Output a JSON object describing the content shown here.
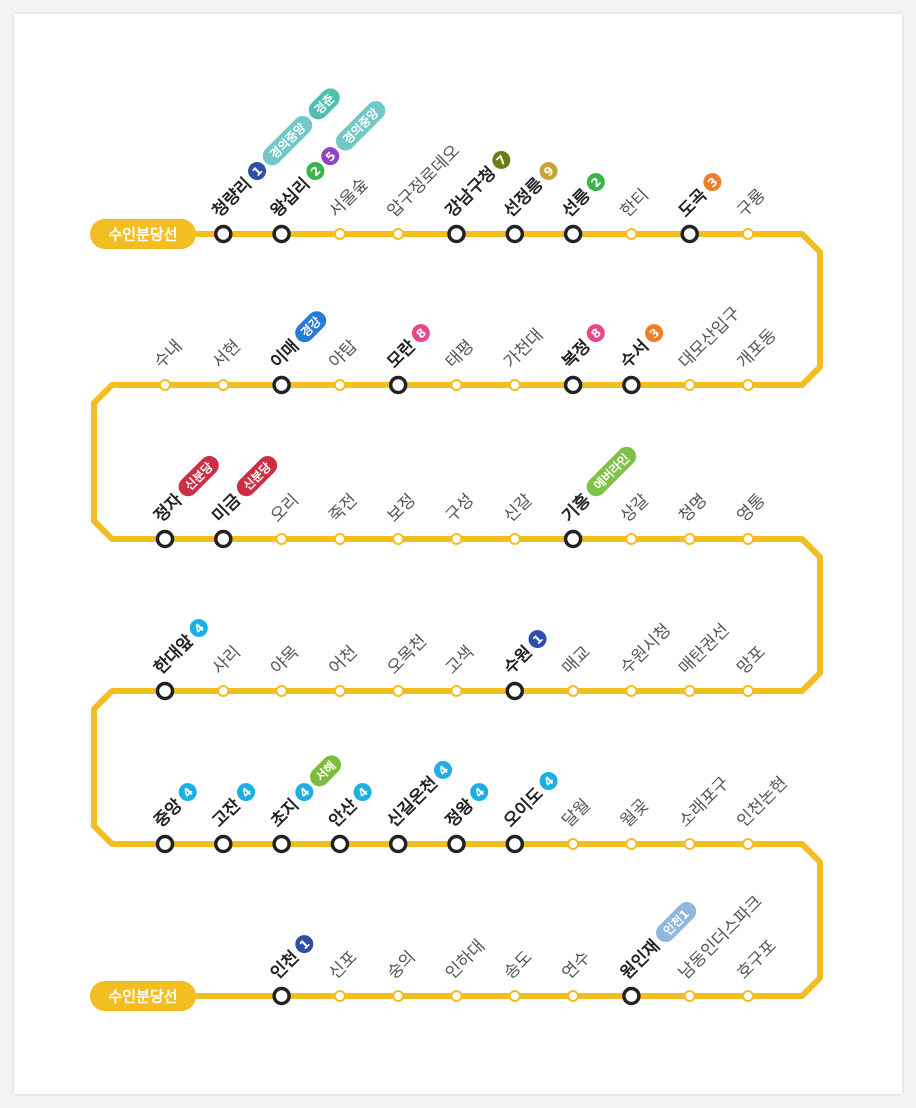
{
  "line": {
    "name": "수인분당선",
    "color": "#f2be22",
    "start_label": "수인분당선",
    "end_label": "수인분당선"
  },
  "badge_colors": {
    "1": "#2e4ea8",
    "2": "#3cb24a",
    "3": "#f07e26",
    "4": "#1eaee6",
    "5": "#8e44c8",
    "7": "#6f7a16",
    "8": "#e8468b",
    "9": "#c9a43a",
    "경의중앙": "#72c8c6",
    "경춘": "#4fbfb0",
    "경강": "#2a7ad8",
    "신분당": "#cc2e45",
    "에버라인": "#7ec24a",
    "서해": "#7cbd3b",
    "인천1": "#8fb8de"
  },
  "rows": [
    {
      "stations": [
        {
          "name": "청량리",
          "major": true,
          "badges": [
            "1",
            "경의중앙",
            "경춘"
          ]
        },
        {
          "name": "왕십리",
          "major": true,
          "badges": [
            "2",
            "5",
            "경의중앙"
          ]
        },
        {
          "name": "서울숲",
          "major": false,
          "badges": []
        },
        {
          "name": "압구정로데오",
          "major": false,
          "badges": []
        },
        {
          "name": "강남구청",
          "major": true,
          "badges": [
            "7"
          ]
        },
        {
          "name": "선정릉",
          "major": true,
          "badges": [
            "9"
          ]
        },
        {
          "name": "선릉",
          "major": true,
          "badges": [
            "2"
          ]
        },
        {
          "name": "한티",
          "major": false,
          "badges": []
        },
        {
          "name": "도곡",
          "major": true,
          "badges": [
            "3"
          ]
        },
        {
          "name": "구룡",
          "major": false,
          "badges": []
        }
      ]
    },
    {
      "stations": [
        {
          "name": "수내",
          "major": false,
          "badges": []
        },
        {
          "name": "서현",
          "major": false,
          "badges": []
        },
        {
          "name": "이매",
          "major": true,
          "badges": [
            "경강"
          ]
        },
        {
          "name": "야탑",
          "major": false,
          "badges": []
        },
        {
          "name": "모란",
          "major": true,
          "badges": [
            "8"
          ]
        },
        {
          "name": "태평",
          "major": false,
          "badges": []
        },
        {
          "name": "가천대",
          "major": false,
          "badges": []
        },
        {
          "name": "복정",
          "major": true,
          "badges": [
            "8"
          ]
        },
        {
          "name": "수서",
          "major": true,
          "badges": [
            "3"
          ]
        },
        {
          "name": "대모산입구",
          "major": false,
          "badges": []
        },
        {
          "name": "개포동",
          "major": false,
          "badges": []
        }
      ]
    },
    {
      "stations": [
        {
          "name": "정자",
          "major": true,
          "badges": [
            "신분당"
          ]
        },
        {
          "name": "미금",
          "major": true,
          "badges": [
            "신분당"
          ]
        },
        {
          "name": "오리",
          "major": false,
          "badges": []
        },
        {
          "name": "죽전",
          "major": false,
          "badges": []
        },
        {
          "name": "보정",
          "major": false,
          "badges": []
        },
        {
          "name": "구성",
          "major": false,
          "badges": []
        },
        {
          "name": "신갈",
          "major": false,
          "badges": []
        },
        {
          "name": "기흥",
          "major": true,
          "badges": [
            "에버라인"
          ]
        },
        {
          "name": "상갈",
          "major": false,
          "badges": []
        },
        {
          "name": "청명",
          "major": false,
          "badges": []
        },
        {
          "name": "영통",
          "major": false,
          "badges": []
        }
      ]
    },
    {
      "stations": [
        {
          "name": "한대앞",
          "major": true,
          "badges": [
            "4"
          ]
        },
        {
          "name": "사리",
          "major": false,
          "badges": []
        },
        {
          "name": "야목",
          "major": false,
          "badges": []
        },
        {
          "name": "어천",
          "major": false,
          "badges": []
        },
        {
          "name": "오목천",
          "major": false,
          "badges": []
        },
        {
          "name": "고색",
          "major": false,
          "badges": []
        },
        {
          "name": "수원",
          "major": true,
          "badges": [
            "1"
          ]
        },
        {
          "name": "매교",
          "major": false,
          "badges": []
        },
        {
          "name": "수원시청",
          "major": false,
          "badges": []
        },
        {
          "name": "매탄권선",
          "major": false,
          "badges": []
        },
        {
          "name": "망포",
          "major": false,
          "badges": []
        }
      ]
    },
    {
      "stations": [
        {
          "name": "중앙",
          "major": true,
          "badges": [
            "4"
          ]
        },
        {
          "name": "고잔",
          "major": true,
          "badges": [
            "4"
          ]
        },
        {
          "name": "초지",
          "major": true,
          "badges": [
            "4",
            "서해"
          ]
        },
        {
          "name": "안산",
          "major": true,
          "badges": [
            "4"
          ]
        },
        {
          "name": "신길온천",
          "major": true,
          "badges": [
            "4"
          ]
        },
        {
          "name": "정왕",
          "major": true,
          "badges": [
            "4"
          ]
        },
        {
          "name": "오이도",
          "major": true,
          "badges": [
            "4"
          ]
        },
        {
          "name": "달월",
          "major": false,
          "badges": []
        },
        {
          "name": "월곶",
          "major": false,
          "badges": []
        },
        {
          "name": "소래포구",
          "major": false,
          "badges": []
        },
        {
          "name": "인천논현",
          "major": false,
          "badges": []
        }
      ]
    },
    {
      "stations": [
        {
          "name": "인천",
          "major": true,
          "badges": [
            "1"
          ]
        },
        {
          "name": "신포",
          "major": false,
          "badges": []
        },
        {
          "name": "숭의",
          "major": false,
          "badges": []
        },
        {
          "name": "인하대",
          "major": false,
          "badges": []
        },
        {
          "name": "송도",
          "major": false,
          "badges": []
        },
        {
          "name": "연수",
          "major": false,
          "badges": []
        },
        {
          "name": "원인재",
          "major": true,
          "badges": [
            "인천1"
          ]
        },
        {
          "name": "남동인더스파크",
          "major": false,
          "badges": []
        },
        {
          "name": "호구포",
          "major": false,
          "badges": []
        }
      ]
    }
  ]
}
